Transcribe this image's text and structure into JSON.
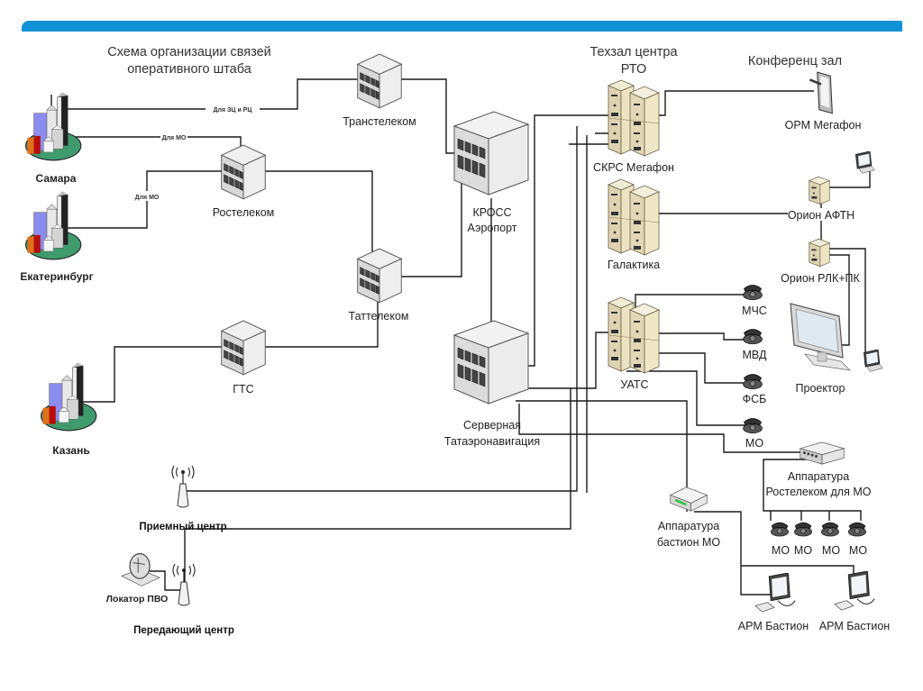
{
  "slide": {
    "accent_color": "#1192d6"
  },
  "title": {
    "line1": "Схема организации связей",
    "line2": "оперативного штаба"
  },
  "section_titles": {
    "rto_line1": "Техзал центра",
    "rto_line2": "РТО",
    "conference": "Конференц зал"
  },
  "nodes": {
    "samara": {
      "label": "Самара",
      "icon": "city-icon"
    },
    "ekaterinburg": {
      "label": "Екатеринбург",
      "icon": "city-icon"
    },
    "kazan": {
      "label": "Казань",
      "icon": "city-icon"
    },
    "transtelecom": {
      "label": "Транстелеком",
      "icon": "building-icon"
    },
    "rostelecom": {
      "label": "Ростелеком",
      "icon": "building-icon"
    },
    "tattelecom": {
      "label": "Таттелеком",
      "icon": "building-icon"
    },
    "gts": {
      "label": "ГТС",
      "icon": "building-icon"
    },
    "kross_line1": "КРОСС",
    "kross_line2": "Аэропорт",
    "server_line1": "Серверная",
    "server_line2": "Татаэронавигация",
    "skrs": {
      "label": "СКРС Мегафон",
      "icon": "server-rack-icon"
    },
    "galaktika": {
      "label": "Галактика",
      "icon": "server-rack-icon"
    },
    "uats": {
      "label": "УАТС",
      "icon": "server-rack-icon"
    },
    "orm": {
      "label": "ОРМ Мегафон",
      "icon": "tablet-icon"
    },
    "orion_aftn": {
      "label": "Орион АФТН",
      "icon": "server-icon"
    },
    "orion_rlk": {
      "label": "Орион РЛК+ПК",
      "icon": "server-icon"
    },
    "projector": {
      "label": "Проектор",
      "icon": "monitor-icon"
    },
    "phone_mchs": {
      "label": "МЧС",
      "icon": "phone-icon"
    },
    "phone_mvd": {
      "label": "МВД",
      "icon": "phone-icon"
    },
    "phone_fsb": {
      "label": "ФСБ",
      "icon": "phone-icon"
    },
    "phone_mo": {
      "label": "МО",
      "icon": "phone-icon"
    },
    "rt_equipment_line1": "Аппаратура",
    "rt_equipment_line2": "Ростелеком для МО",
    "bastion_line1": "Аппаратура",
    "bastion_line2": "бастион МО",
    "mo_phones": [
      "МО",
      "МО",
      "МО",
      "МО"
    ],
    "arm1": {
      "label": "АРМ Бастион",
      "icon": "workstation-icon"
    },
    "arm2": {
      "label": "АРМ Бастион",
      "icon": "workstation-icon"
    },
    "receiver": {
      "label": "Приемный центр",
      "icon": "antenna-icon"
    },
    "transmitter": {
      "label": "Передающий центр",
      "icon": "antenna-icon"
    },
    "locator": {
      "label": "Локатор ПВО",
      "icon": "radar-icon"
    }
  },
  "link_labels": {
    "samara_transtelecom": "Для ЗЦ и РЦ",
    "samara_rostelecom": "Для МО",
    "ekb_rostelecom": "Для МО"
  }
}
